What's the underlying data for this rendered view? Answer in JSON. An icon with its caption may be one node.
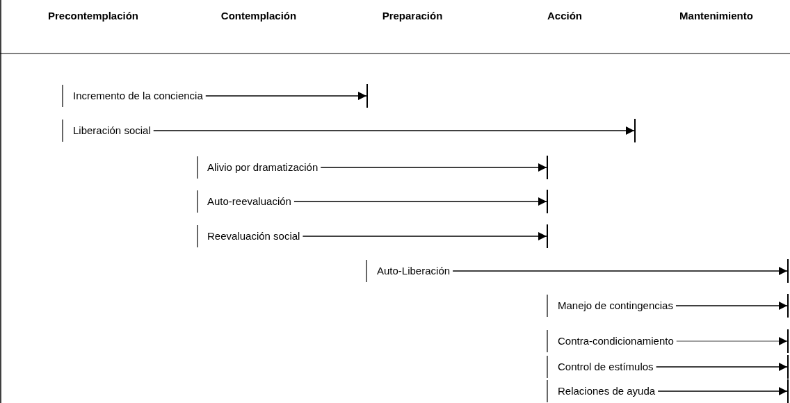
{
  "diagram": {
    "nodes": [
      {
        "text": [
          "Incremento de la conciencia"
        ]
      },
      {
        "text": [],
        "shape": "bar"
      },
      {
        "text": [
          "Liberación social"
        ]
      },
      {
        "text": [],
        "shape": "bar"
      },
      {
        "text": [
          "Alivio por dramatización"
        ]
      },
      {
        "text": [],
        "shape": "bar"
      },
      {
        "text": [
          "Auto-reevaluación"
        ]
      },
      {
        "text": [],
        "shape": "bar"
      },
      {
        "text": [
          "Reevaluación social"
        ]
      },
      {
        "text": [],
        "shape": "bar"
      },
      {
        "text": [
          "Auto-Liberación"
        ]
      },
      {
        "text": [],
        "shape": "bar"
      },
      {
        "text": [
          "Manejo de contingencias"
        ]
      },
      {
        "text": [],
        "shape": "bar"
      },
      {
        "text": [
          "Contra-condicionamiento"
        ]
      },
      {
        "text": [],
        "shape": "bar"
      },
      {
        "text": [
          "Control de estímulos"
        ]
      },
      {
        "text": [],
        "shape": "bar"
      },
      {
        "text": [
          "Relaciones de ayuda"
        ]
      },
      {
        "text": [],
        "shape": "bar"
      }
    ],
    "edges": [
      {
        "from": 0,
        "to": 1,
        "arrow": "to"
      },
      {
        "from": 2,
        "to": 3,
        "arrow": "to"
      },
      {
        "from": 4,
        "to": 5,
        "arrow": "to"
      },
      {
        "from": 6,
        "to": 7,
        "arrow": "to"
      },
      {
        "from": 8,
        "to": 9,
        "arrow": "to"
      },
      {
        "from": 10,
        "to": 11,
        "arrow": "to"
      },
      {
        "from": 12,
        "to": 13,
        "arrow": "to"
      },
      {
        "from": 14,
        "to": 15,
        "arrow": "to",
        "color": "#808080"
      },
      {
        "from": 16,
        "to": 17,
        "arrow": "to"
      },
      {
        "from": 18,
        "to": 19,
        "arrow": "to"
      }
    ],
    "labels": [
      "Precontemplación",
      "Contemplación",
      "Preparación",
      "Acción",
      "Mantenimiento"
    ]
  }
}
